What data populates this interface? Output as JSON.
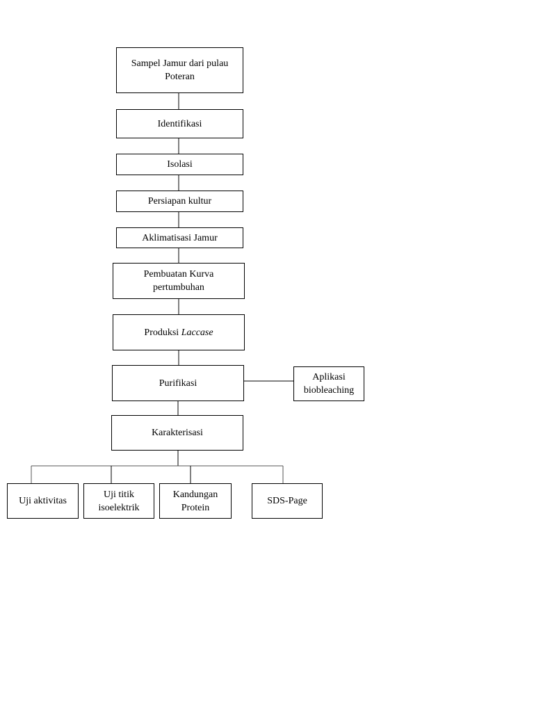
{
  "diagram": {
    "nodes": {
      "sampel": {
        "lines": [
          "Sampel Jamur dari pulau",
          "Poteran"
        ]
      },
      "identifikasi": {
        "lines": [
          "Identifikasi"
        ]
      },
      "isolasi": {
        "lines": [
          "Isolasi"
        ]
      },
      "persiapan": {
        "lines": [
          "Persiapan kultur"
        ]
      },
      "aklimatisasi": {
        "lines": [
          "Aklimatisasi Jamur"
        ]
      },
      "kurva": {
        "lines": [
          "Pembuatan Kurva",
          "pertumbuhan"
        ]
      },
      "produksi": {
        "prefix": "Produksi ",
        "italic": "Laccase"
      },
      "purifikasi": {
        "lines": [
          "Purifikasi"
        ]
      },
      "aplikasi": {
        "lines": [
          "Aplikasi",
          "biobleaching"
        ]
      },
      "karakterisasi": {
        "lines": [
          "Karakterisasi"
        ]
      },
      "uji_aktivitas": {
        "lines": [
          "Uji aktivitas"
        ]
      },
      "uji_titik": {
        "lines": [
          "Uji titik",
          "isoelektrik"
        ]
      },
      "kandungan": {
        "lines": [
          "Kandungan",
          "Protein"
        ]
      },
      "sds_page": {
        "lines": [
          "SDS-Page"
        ]
      }
    },
    "edges": [
      [
        "sampel",
        "identifikasi"
      ],
      [
        "identifikasi",
        "isolasi"
      ],
      [
        "isolasi",
        "persiapan"
      ],
      [
        "persiapan",
        "aklimatisasi"
      ],
      [
        "aklimatisasi",
        "kurva"
      ],
      [
        "kurva",
        "produksi"
      ],
      [
        "produksi",
        "purifikasi"
      ],
      [
        "purifikasi",
        "aplikasi"
      ],
      [
        "purifikasi",
        "karakterisasi"
      ],
      [
        "karakterisasi",
        "uji_aktivitas"
      ],
      [
        "karakterisasi",
        "uji_titik"
      ],
      [
        "karakterisasi",
        "kandungan"
      ],
      [
        "karakterisasi",
        "sds_page"
      ]
    ]
  }
}
